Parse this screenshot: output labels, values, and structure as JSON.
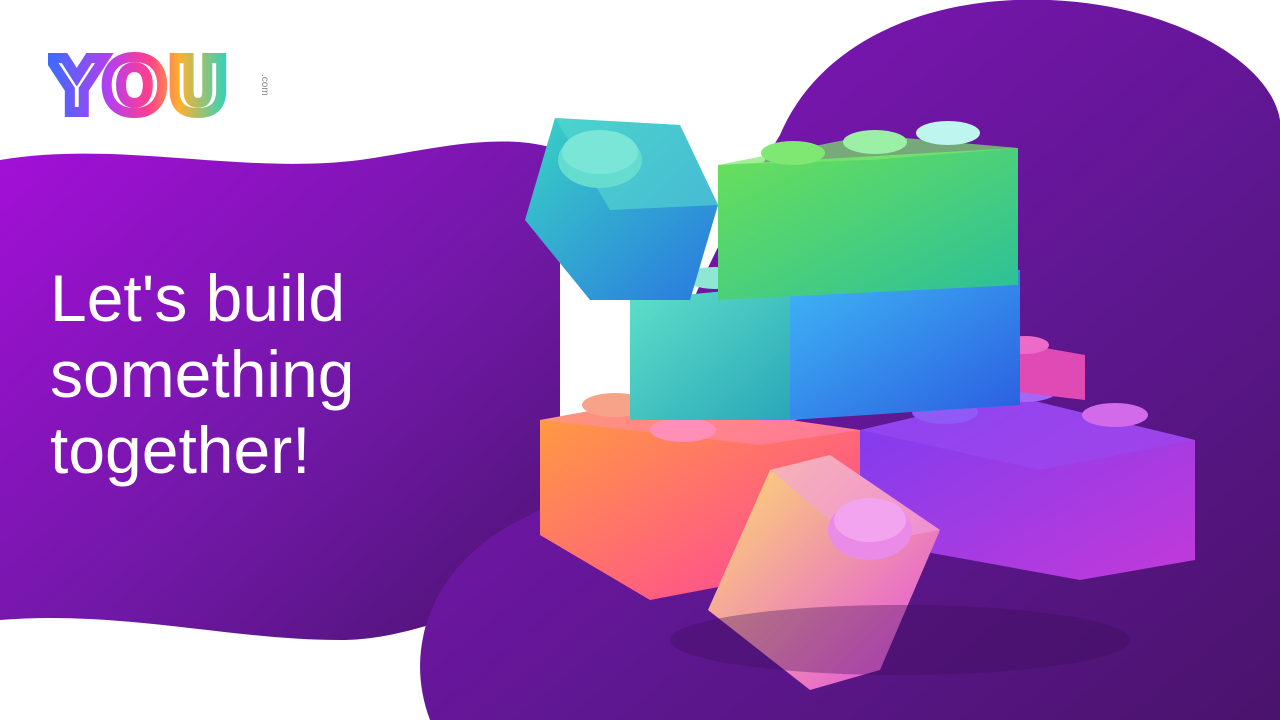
{
  "brand": {
    "logo_text": "YOU",
    "logo_suffix": ".com"
  },
  "hero": {
    "headline_lines": [
      "Let's build",
      "something",
      "together!"
    ]
  },
  "illustration": {
    "subject": "stack of colorful toy building blocks"
  },
  "colors": {
    "purple_dark": "#5a1480",
    "purple_bright": "#a40fd8",
    "logo_blue": "#3b6cff",
    "logo_pink": "#ff3d8e",
    "logo_orange": "#ffb02e",
    "logo_teal": "#1fd6c6"
  }
}
